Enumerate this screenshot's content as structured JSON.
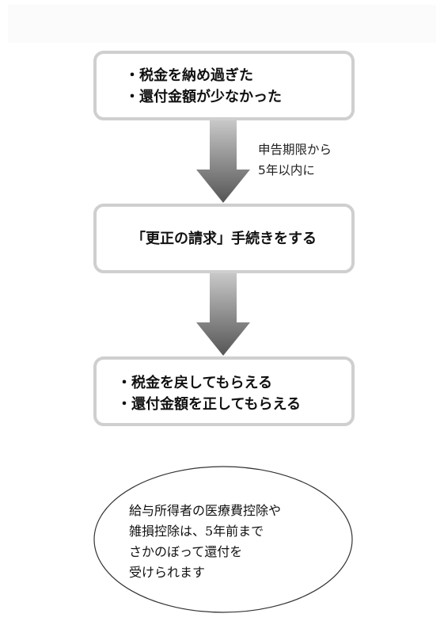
{
  "box1": {
    "lines": [
      "・税金を納め過ぎた",
      "・還付金額が少なかった"
    ]
  },
  "note": {
    "lines": [
      "申告期限から",
      "5年以内に"
    ]
  },
  "box2": {
    "label": "「更正の請求」手続きをする"
  },
  "box3": {
    "lines": [
      "・税金を戻してもらえる",
      "・還付金額を正してもらえる"
    ]
  },
  "ellipse_note": {
    "lines": [
      "給与所得者の医療費控除や",
      "雑損控除は、5年前まで",
      "さかのぼって還付を",
      "受けられます"
    ]
  },
  "colors": {
    "box_border": "#cfcfcf",
    "arrow_light": "#c8c8c8",
    "arrow_dark": "#555555",
    "ellipse_stroke": "#333333"
  }
}
